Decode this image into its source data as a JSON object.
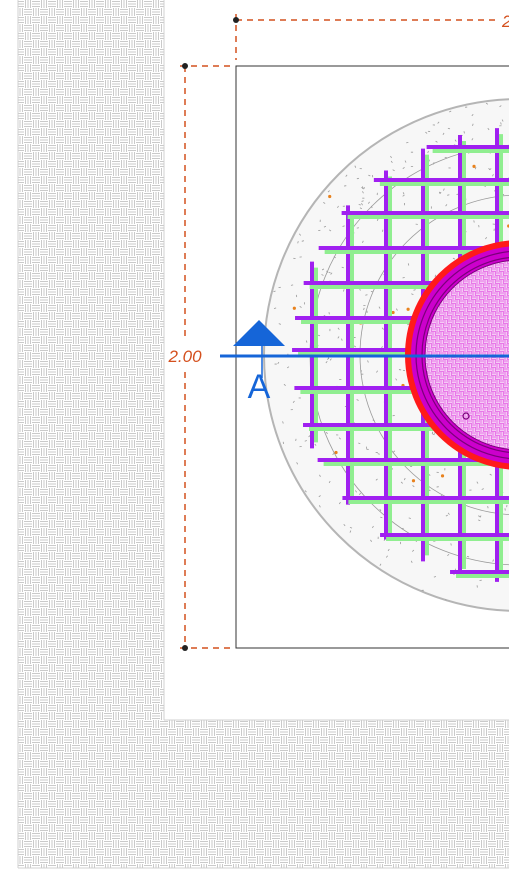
{
  "drawing": {
    "dimension_vertical": "2.00",
    "dimension_horizontal_fragment": "2",
    "section_marker": "A"
  },
  "colors": {
    "dimension_line": "#d4501e",
    "section_marker": "#1565d8",
    "rebar_main": "#a020f0",
    "rebar_secondary": "#90ee90",
    "concrete_outline": "#b5b5b5",
    "concrete_speckle": "#9a9a9a",
    "ring_red": "#ff1a1a",
    "inner_fill": "#e070e0",
    "outline": "#333333",
    "hatch": "#bdbdbd"
  },
  "icons": {
    "section_marker": "section-cut-arrow-icon"
  }
}
